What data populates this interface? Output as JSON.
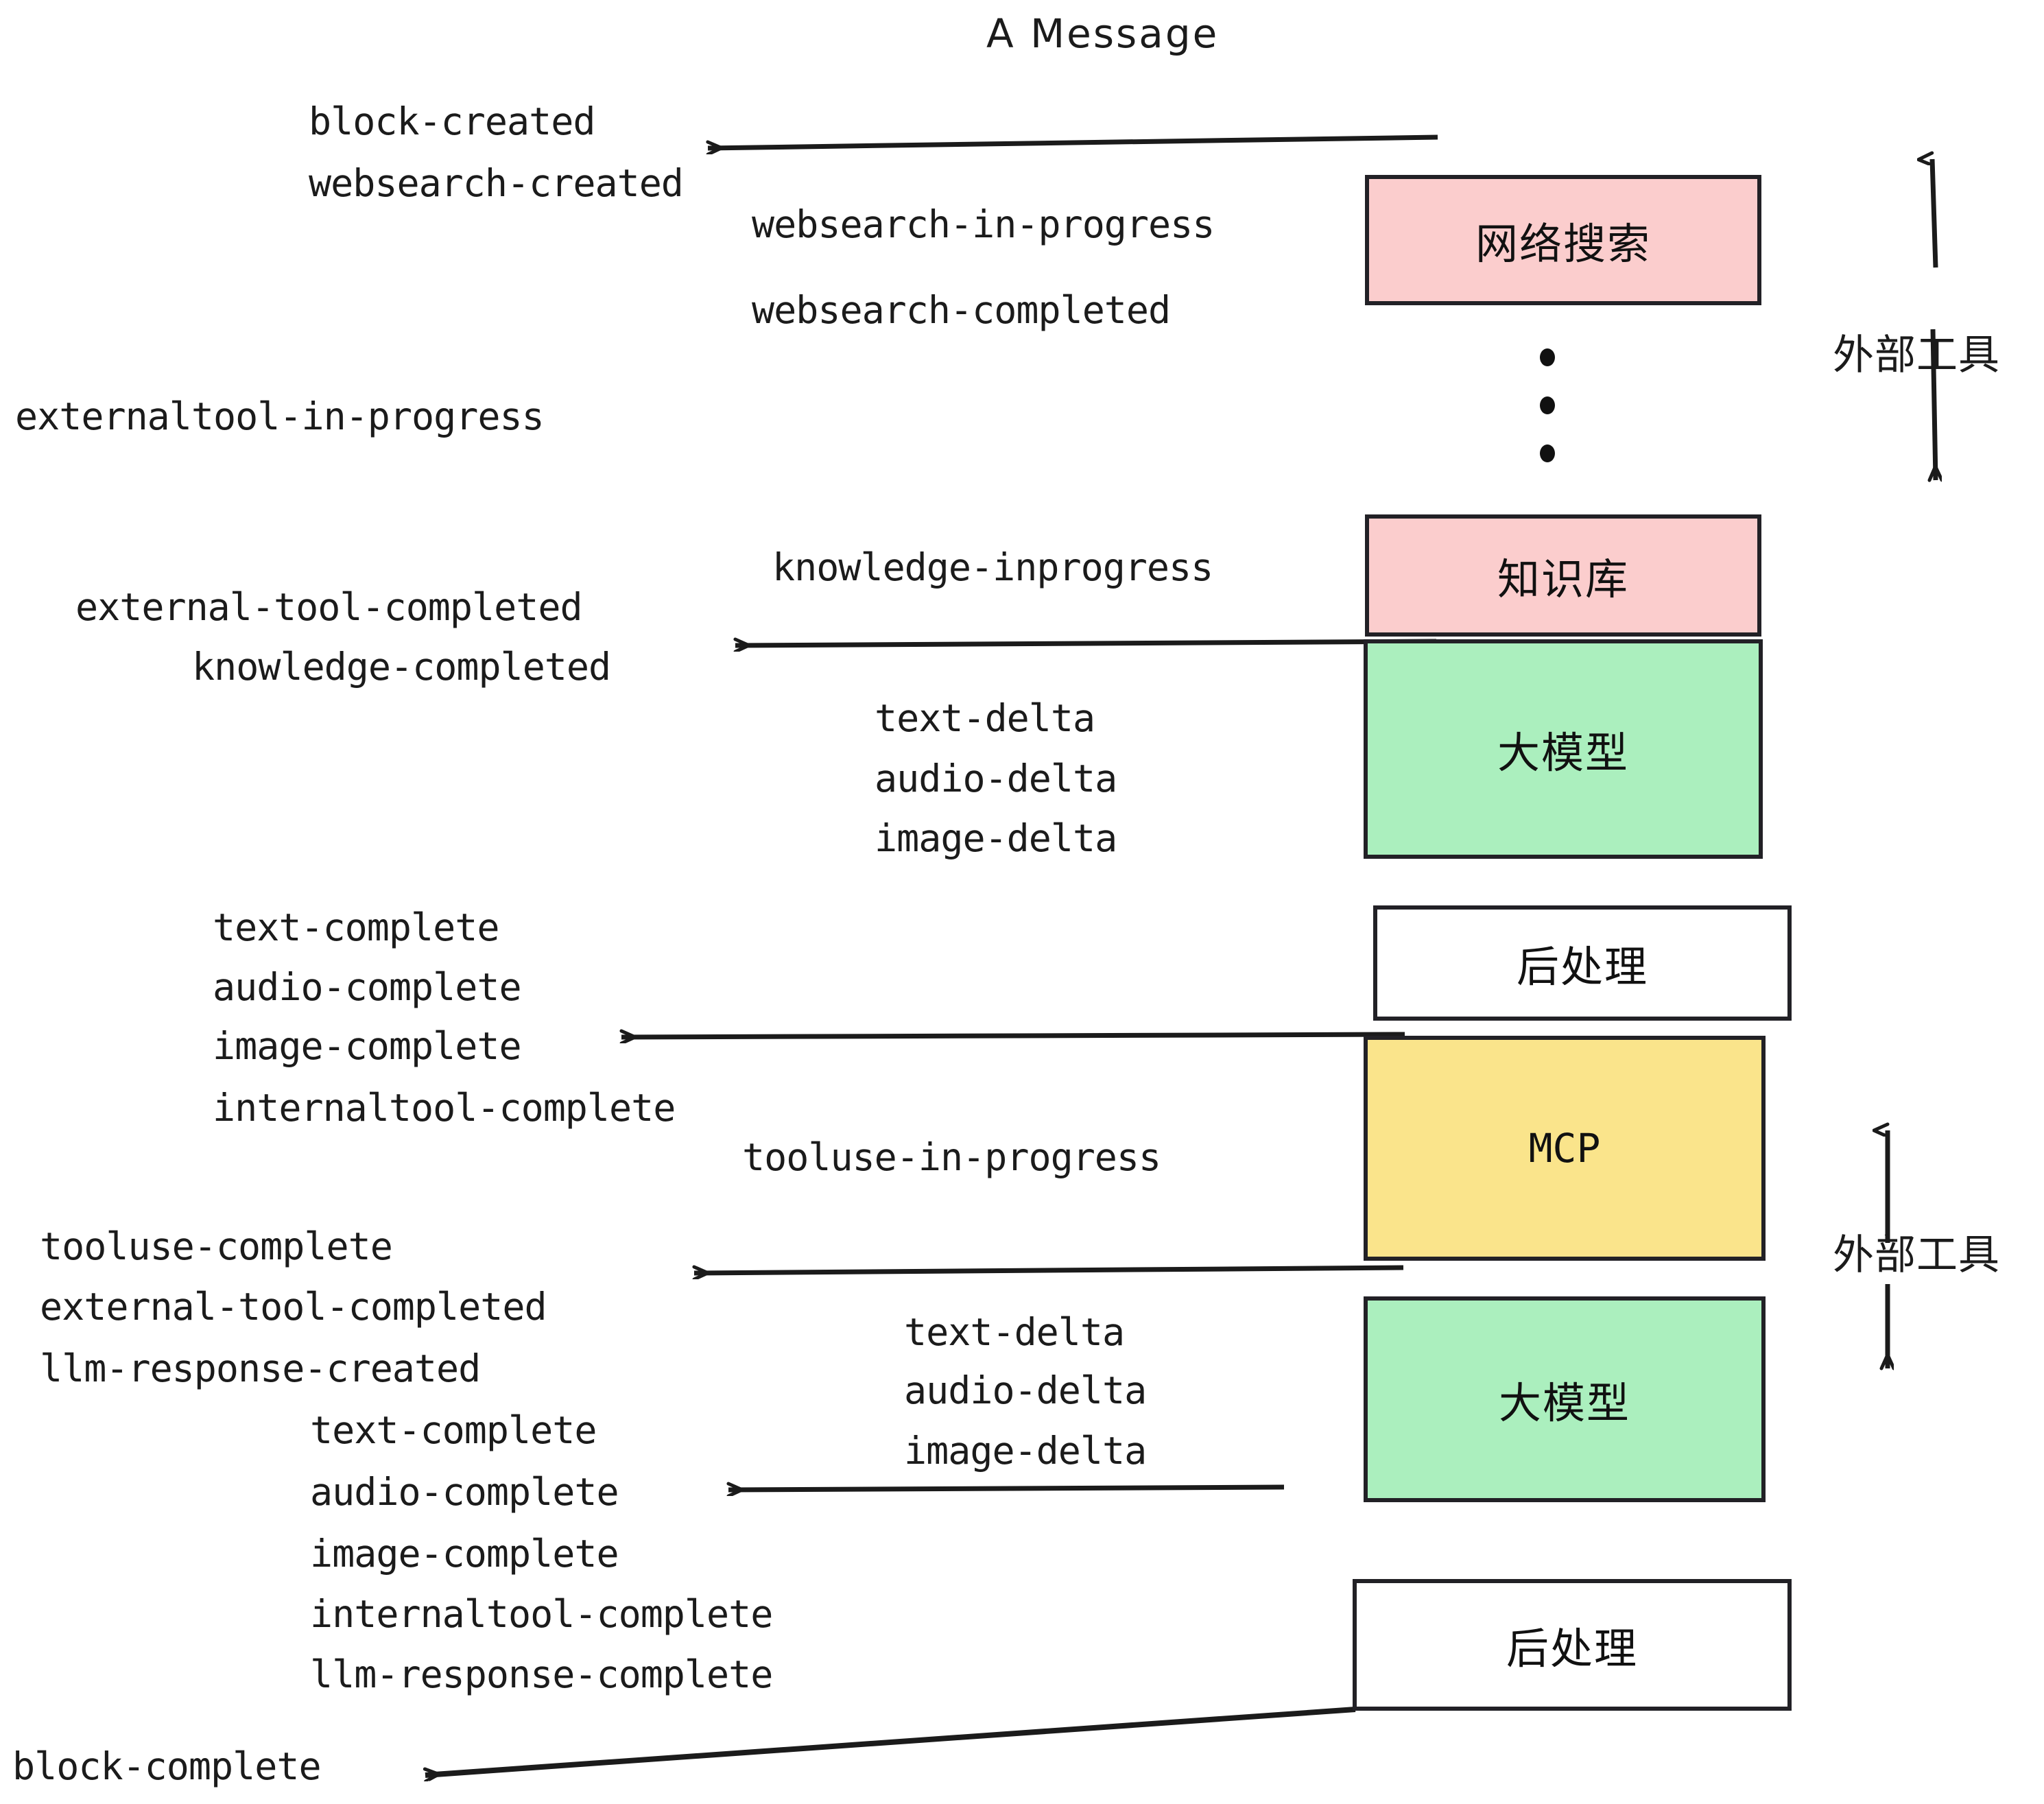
{
  "diagram": {
    "title": "A Message",
    "colors": {
      "pink": "#FBCDCD",
      "green": "#ABEFBE",
      "yellow": "#FAE48B",
      "white": "#FFFFFF",
      "stroke": "#222126",
      "text": "#1B1B1B"
    },
    "nodes": [
      {
        "label": "网络搜索",
        "fill": "#FBCDCD",
        "latin": false
      },
      {
        "label": "知识库",
        "fill": "#FBCDCD",
        "latin": false
      },
      {
        "label": "大模型",
        "fill": "#ABEFBE",
        "latin": false
      },
      {
        "label": "后处理",
        "fill": "#FFFFFF",
        "latin": false
      },
      {
        "label": "MCP",
        "fill": "#FAE48B",
        "latin": true
      },
      {
        "label": "大模型",
        "fill": "#ABEFBE",
        "latin": false
      },
      {
        "label": "后处理",
        "fill": "#FFFFFF",
        "latin": false
      }
    ],
    "side_labels": [
      {
        "text": "外部工具"
      },
      {
        "text": "外部工具"
      }
    ],
    "events": [
      {
        "text": "block-created"
      },
      {
        "text": "websearch-created"
      },
      {
        "text": "websearch-in-progress"
      },
      {
        "text": "websearch-completed"
      },
      {
        "text": "externaltool-in-progress"
      },
      {
        "text": "knowledge-inprogress"
      },
      {
        "text": "external-tool-completed"
      },
      {
        "text": "knowledge-completed"
      },
      {
        "text": "text-delta"
      },
      {
        "text": "audio-delta"
      },
      {
        "text": "image-delta"
      },
      {
        "text": "text-complete"
      },
      {
        "text": "audio-complete"
      },
      {
        "text": "image-complete"
      },
      {
        "text": "internaltool-complete"
      },
      {
        "text": "tooluse-in-progress"
      },
      {
        "text": "tooluse-complete"
      },
      {
        "text": "external-tool-completed"
      },
      {
        "text": "llm-response-created"
      },
      {
        "text": "text-complete"
      },
      {
        "text": "audio-complete"
      },
      {
        "text": "image-complete"
      },
      {
        "text": "internaltool-complete"
      },
      {
        "text": "llm-response-complete"
      },
      {
        "text": "text-delta"
      },
      {
        "text": "audio-delta"
      },
      {
        "text": "image-delta"
      },
      {
        "text": "block-complete"
      }
    ]
  }
}
